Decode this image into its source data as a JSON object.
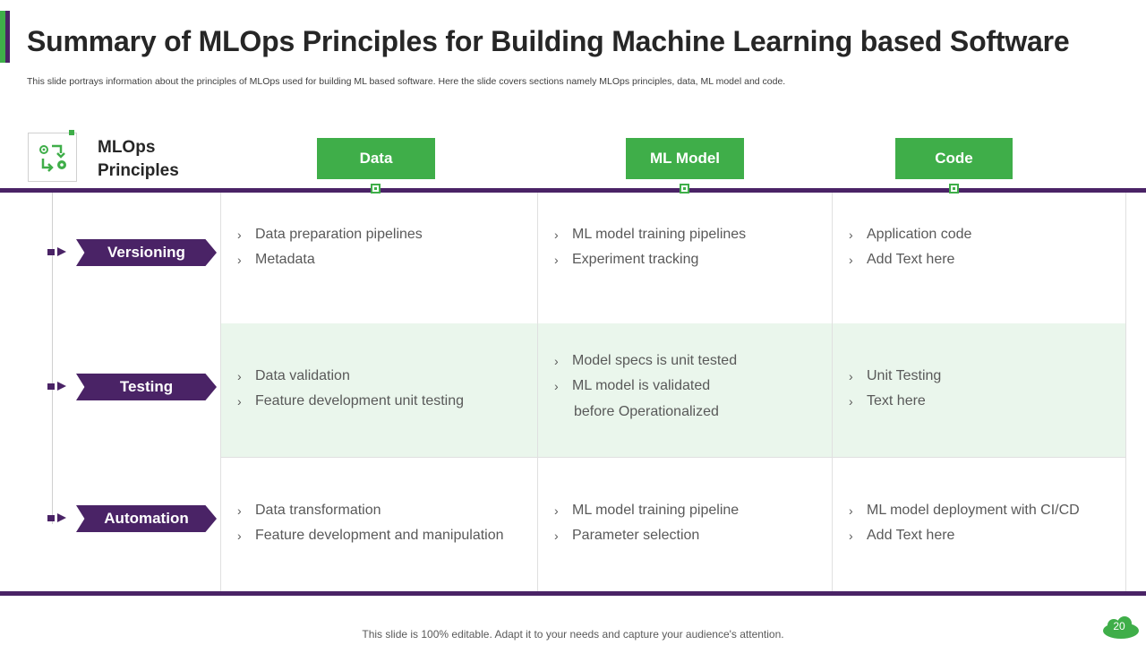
{
  "slide": {
    "title": "Summary of MLOps Principles for Building Machine Learning based Software",
    "subtitle": "This slide portrays information about the principles of MLOps used for building ML based software. Here the slide covers sections namely MLOps principles, data, ML model and code.",
    "principles_label_line1": "MLOps",
    "principles_label_line2": "Principles",
    "footer": "This slide is 100% editable. Adapt it to your needs and capture your audience's attention.",
    "page_number": "20"
  },
  "columns": [
    "Data",
    "ML Model",
    "Code"
  ],
  "rows": [
    {
      "label": "Versioning",
      "cells": [
        {
          "items": [
            "Data preparation pipelines",
            "Metadata"
          ]
        },
        {
          "items": [
            "ML model training pipelines",
            "Experiment tracking"
          ]
        },
        {
          "items": [
            "Application code",
            "Add Text here"
          ]
        }
      ]
    },
    {
      "label": "Testing",
      "cells": [
        {
          "items": [
            "Data validation",
            "Feature development unit testing"
          ]
        },
        {
          "items": [
            "Model specs is unit tested",
            "ML model is validated"
          ],
          "continuation": "before Operationalized"
        },
        {
          "items": [
            "Unit Testing",
            "Text here"
          ]
        }
      ]
    },
    {
      "label": "Automation",
      "cells": [
        {
          "items": [
            "Data transformation",
            "Feature development and manipulation"
          ]
        },
        {
          "items": [
            "ML model training pipeline",
            "Parameter selection"
          ]
        },
        {
          "items": [
            "ML model deployment with CI/CD",
            "Add Text here"
          ]
        }
      ]
    }
  ],
  "colors": {
    "accent_green": "#3fae49",
    "accent_purple": "#4a2366",
    "alt_row_bg": "#eaf6ec"
  },
  "icons": {
    "logo": "cycle-arrows-gear-icon",
    "bullet": "square-arrow-icon",
    "item": "chevron-right-icon",
    "page_badge": "cloud-icon"
  }
}
